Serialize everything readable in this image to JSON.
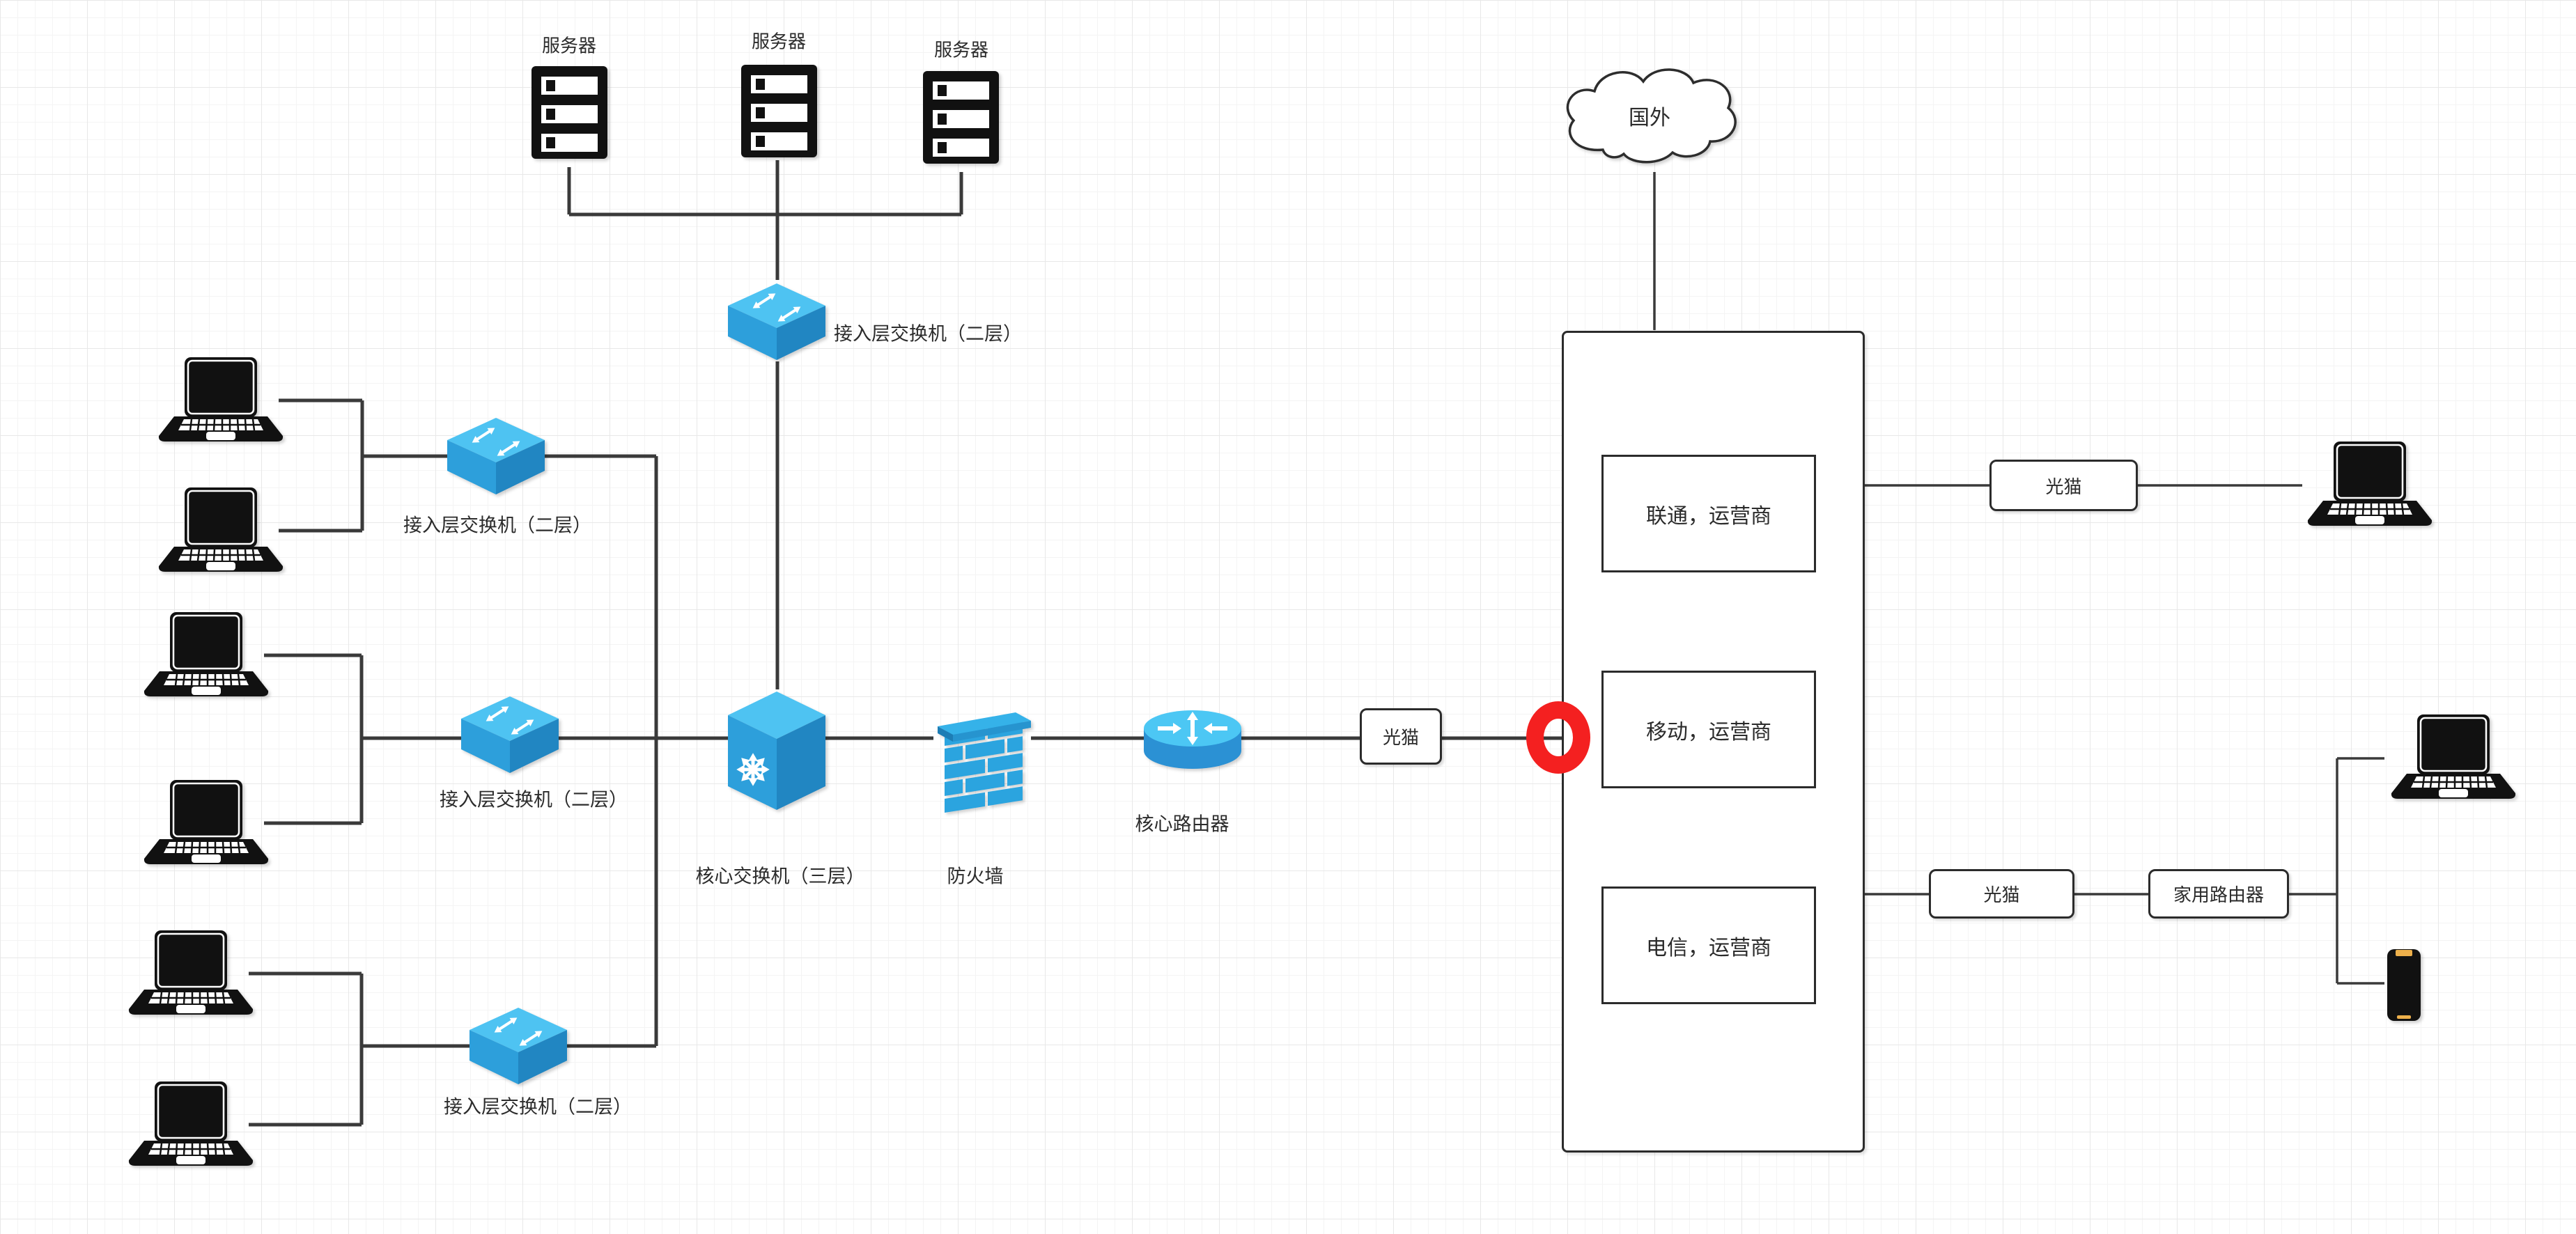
{
  "colors": {
    "line": "#3a3a3a",
    "ink": "#111111",
    "label_text": "#2b2b2b",
    "switch_top": "#4ec3f2",
    "switch_front": "#2d9fdb",
    "switch_side": "#2186c2",
    "firewall_blue": "#2ba4df",
    "firewall_cap": "#35b2e9",
    "firewall_cap_side": "#2694cf",
    "firewall_cap_front": "#1d7db5",
    "router_top": "#4cc7f4",
    "router_body": "#2b91d4",
    "annotation_red": "#f42020",
    "phone_accent": "#edb04b",
    "shape_fill": "#ffffff"
  },
  "nodes": {
    "server1": {
      "label": "服务器"
    },
    "server2": {
      "label": "服务器"
    },
    "server3": {
      "label": "服务器"
    },
    "access_switch_top": {
      "label": "接入层交换机（二层）"
    },
    "access_switch_1": {
      "label": "接入层交换机（二层）"
    },
    "access_switch_2": {
      "label": "接入层交换机（二层）"
    },
    "access_switch_3": {
      "label": "接入层交换机（二层）"
    },
    "core_switch": {
      "label": "核心交换机（三层）"
    },
    "firewall": {
      "label": "防火墙"
    },
    "core_router": {
      "label": "核心路由器"
    },
    "modem_core": {
      "label": "光猫"
    },
    "modem_top_right": {
      "label": "光猫"
    },
    "modem_bottom_right": {
      "label": "光猫"
    },
    "home_router": {
      "label": "家用路由器"
    },
    "cloud": {
      "label": "国外"
    },
    "isp_unicom": {
      "label": "联通，运营商"
    },
    "isp_mobile": {
      "label": "移动，运营商"
    },
    "isp_telecom": {
      "label": "电信，运营商"
    }
  }
}
